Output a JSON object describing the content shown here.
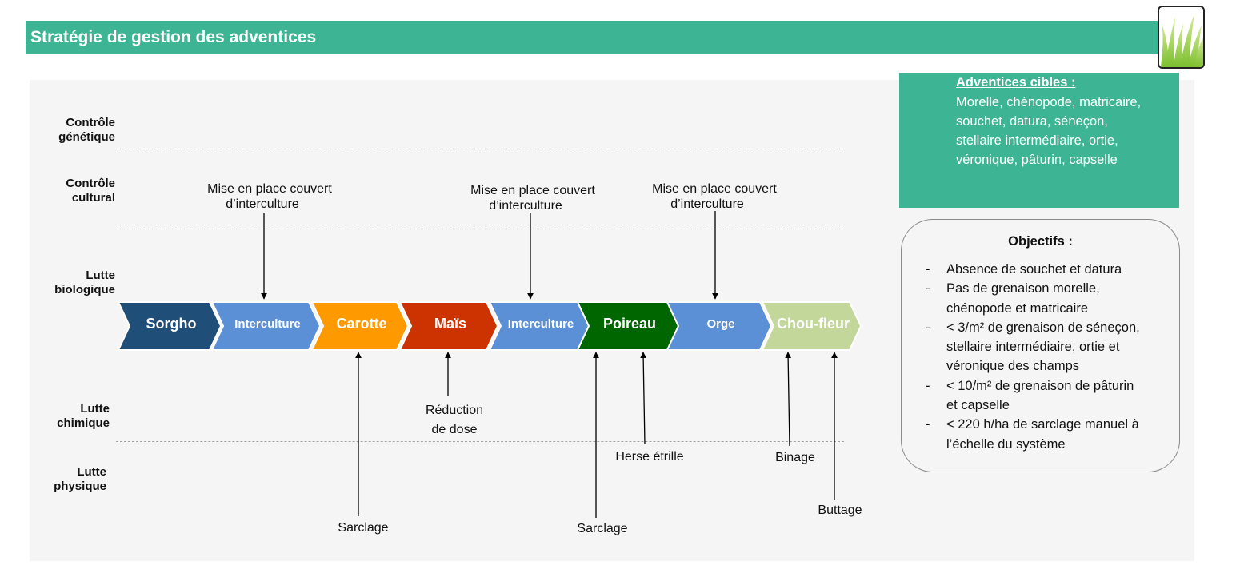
{
  "title": "Stratégie de gestion des adventices",
  "logo": "grass-logo",
  "categories": [
    {
      "lines": [
        "Contrôle",
        "génétique"
      ]
    },
    {
      "lines": [
        "Contrôle",
        "cultural"
      ]
    },
    {
      "lines": [
        "Lutte",
        "biologique"
      ]
    },
    {
      "lines": [
        "Lutte",
        "chimique"
      ]
    },
    {
      "lines": [
        "Lutte",
        "physique"
      ]
    }
  ],
  "rotation": [
    {
      "label": "Sorgho",
      "color": "#1f4e79",
      "text_color": "#ffffff"
    },
    {
      "label": "Interculture",
      "color": "#5b8fd6",
      "text_color": "#ffffff"
    },
    {
      "label": "Carotte",
      "color": "#ff9900",
      "text_color": "#ffffff"
    },
    {
      "label": "Maïs",
      "color": "#cc3300",
      "text_color": "#ffffff"
    },
    {
      "label": "Interculture",
      "color": "#5b8fd6",
      "text_color": "#ffffff"
    },
    {
      "label": "Poireau",
      "color": "#006600",
      "text_color": "#ffffff"
    },
    {
      "label": "Orge",
      "color": "#5b8fd6",
      "text_color": "#ffffff"
    },
    {
      "label": "Chou-fleur",
      "color": "#c4d79b",
      "text_color": "#ffffff"
    }
  ],
  "annotations": {
    "couvert_1": [
      "Mise en place couvert",
      "d’interculture"
    ],
    "couvert_2": [
      "Mise en place couvert",
      "d’interculture"
    ],
    "couvert_3": [
      "Mise en place couvert",
      "d’interculture"
    ],
    "reduction": [
      "Réduction",
      "de dose"
    ],
    "sarclage_1": [
      "Sarclage"
    ],
    "sarclage_2": [
      "Sarclage"
    ],
    "herse": [
      "Herse étrille"
    ],
    "binage": [
      "Binage"
    ],
    "buttage": [
      "Buttage"
    ]
  },
  "cibles": {
    "heading": "Adventices cibles :",
    "lines": [
      "Morelle, chénopode, matricaire,",
      "souchet, datura, séneçon,",
      "stellaire intermédiaire, ortie,",
      "véronique, pâturin, capselle"
    ]
  },
  "objectifs": {
    "heading": "Objectifs :",
    "items": [
      {
        "lines": [
          "Absence de souchet et datura"
        ]
      },
      {
        "lines": [
          "Pas de grenaison morelle,",
          "chénopode et matricaire"
        ]
      },
      {
        "lines": [
          "< 3/m² de grenaison de séneçon,",
          "stellaire intermédiaire, ortie et",
          "véronique des champs"
        ]
      },
      {
        "lines": [
          "< 10/m² de grenaison de pâturin",
          "et capselle"
        ]
      },
      {
        "lines": [
          "< 220 h/ha de sarclage manuel à",
          "l’échelle du système"
        ]
      }
    ],
    "dash": "-"
  },
  "colors": {
    "accent": "#3db594",
    "panel": "#f5f5f5",
    "arrow": "#000000"
  }
}
